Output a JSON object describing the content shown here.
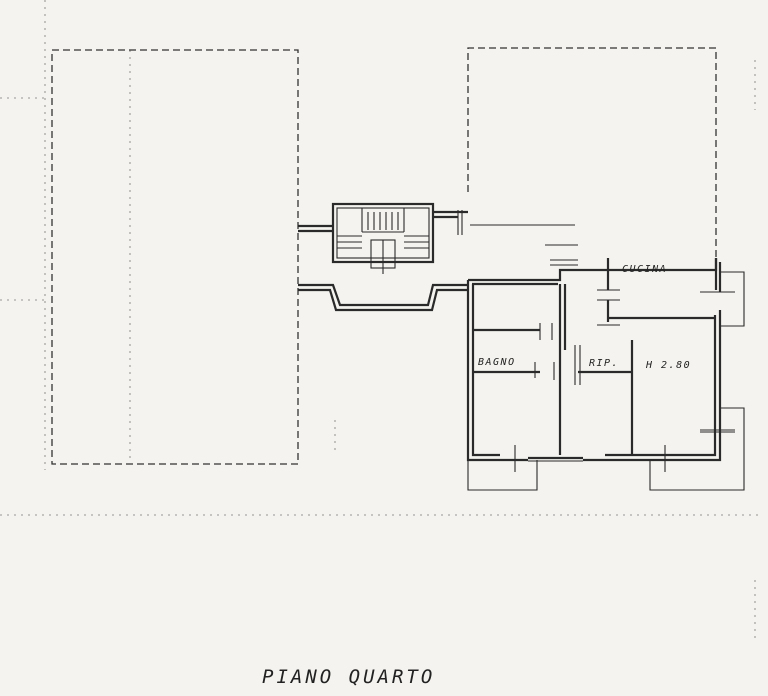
{
  "plan": {
    "title": "PIANO QUARTO",
    "rooms": {
      "cucina": "CUCINA",
      "bagno": "BAGNO",
      "rip": "RIP.",
      "height": "H 2.80"
    }
  }
}
